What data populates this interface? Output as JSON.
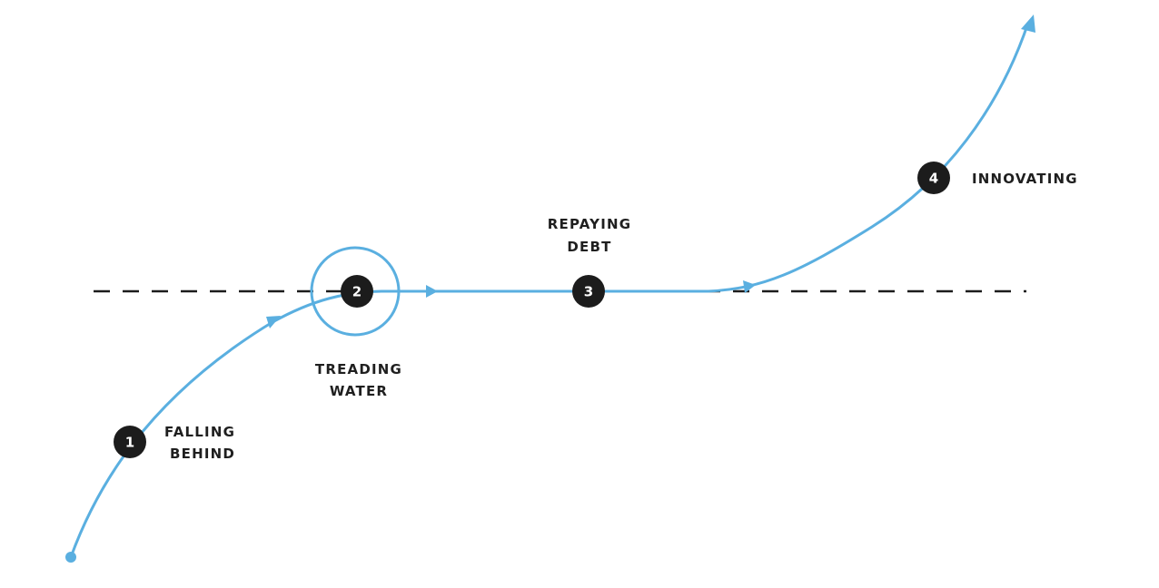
{
  "colors": {
    "curve": "#5aafe0",
    "marker": "#1c1c1c",
    "baseline": "#1c1c1c",
    "label": "#1f1f1f"
  },
  "baseline": {
    "style": "dashed"
  },
  "stages": [
    {
      "number": "1",
      "label_lines": [
        "FALLING",
        "BEHIND"
      ]
    },
    {
      "number": "2",
      "label_lines": [
        "TREADING",
        "WATER"
      ]
    },
    {
      "number": "3",
      "label_lines": [
        "REPAYING",
        "DEBT"
      ]
    },
    {
      "number": "4",
      "label_lines": [
        "INNOVATING"
      ]
    }
  ]
}
